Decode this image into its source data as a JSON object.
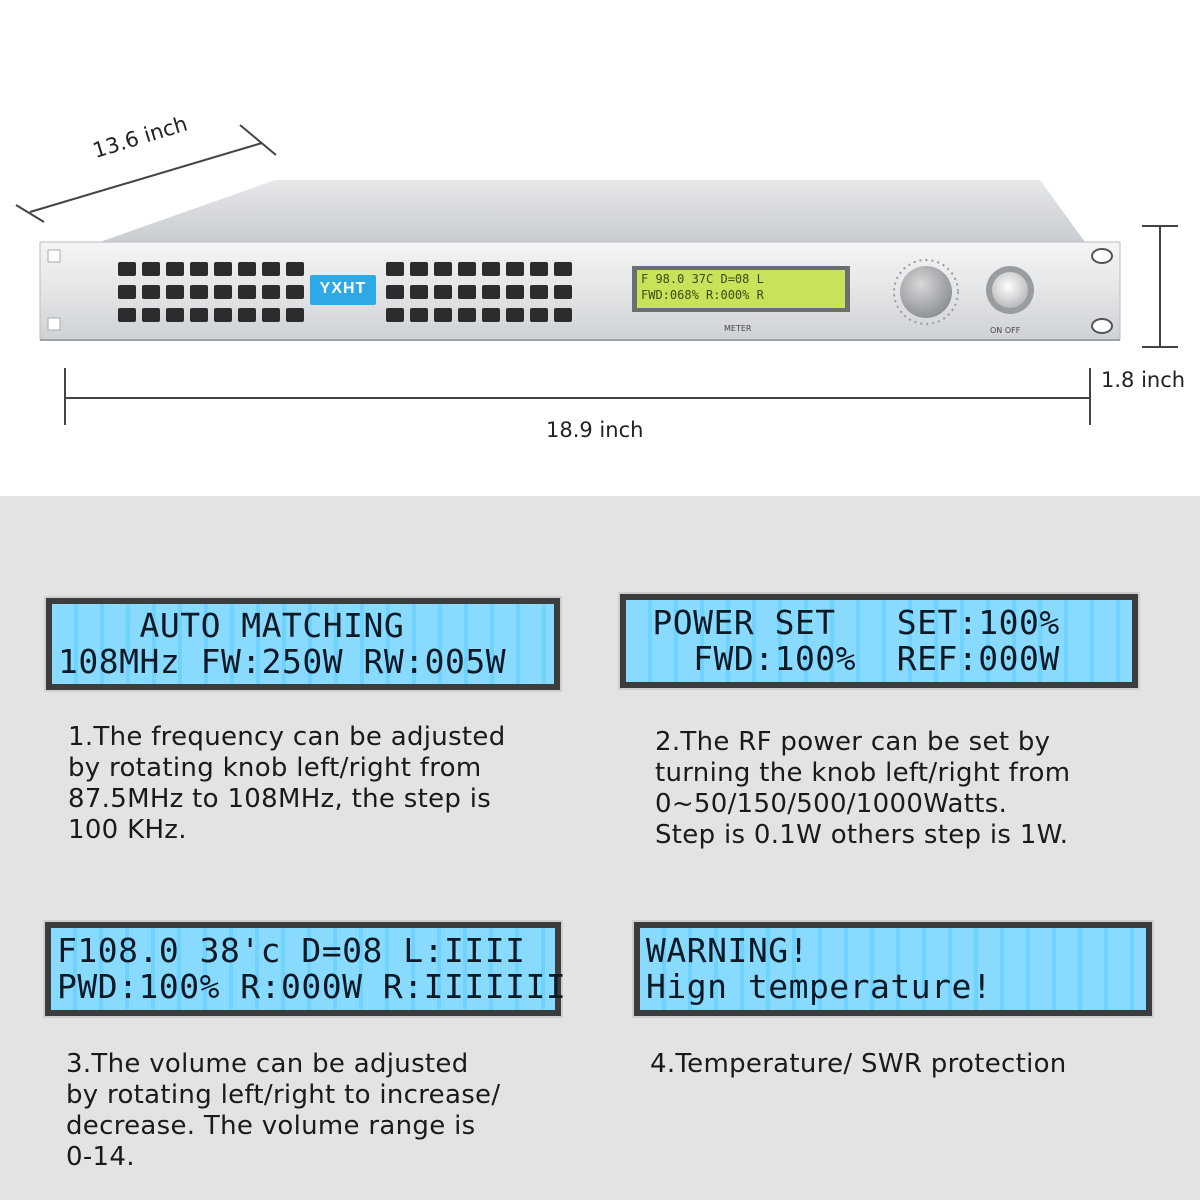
{
  "dimensions": {
    "depth": "13.6 inch",
    "width": "18.9 inch",
    "height": "1.8 inch"
  },
  "device": {
    "brand": "YXHT",
    "display_line1": "F 98.0 37C D=08 L",
    "display_line2": "FWD:068% R:000% R",
    "display_label": "METER",
    "power_label": "ON OFF"
  },
  "panels": [
    {
      "lcd": [
        "    AUTO MATCHING",
        "108MHz FW:250W RW:005W"
      ],
      "caption": [
        "1.The frequency can be adjusted",
        "by rotating knob left/right from",
        "87.5MHz to 108MHz, the step is",
        "100 KHz."
      ]
    },
    {
      "lcd": [
        " POWER SET   SET:100%",
        "   FWD:100%  REF:000W"
      ],
      "caption": [
        "2.The RF power can be set by",
        "turning the knob left/right from",
        "0~50/150/500/1000Watts.",
        "Step is 0.1W others step is 1W."
      ]
    },
    {
      "lcd": [
        "F108.0 38'c D=08 L:IIII",
        "PWD:100% R:000W R:IIIIIII"
      ],
      "caption": [
        "3.The volume can be adjusted",
        "by rotating left/right to increase/",
        "decrease. The volume range is",
        "0-14."
      ]
    },
    {
      "lcd": [
        "WARNING!",
        "Hign temperature!"
      ],
      "caption": [
        "4.Temperature/ SWR protection"
      ]
    }
  ],
  "colors": {
    "lcd_background": "#6fd2ff",
    "lcd_text": "#0d1a26",
    "bottom_background": "#e3e3e3",
    "brand_badge": "#2fa8e8"
  }
}
